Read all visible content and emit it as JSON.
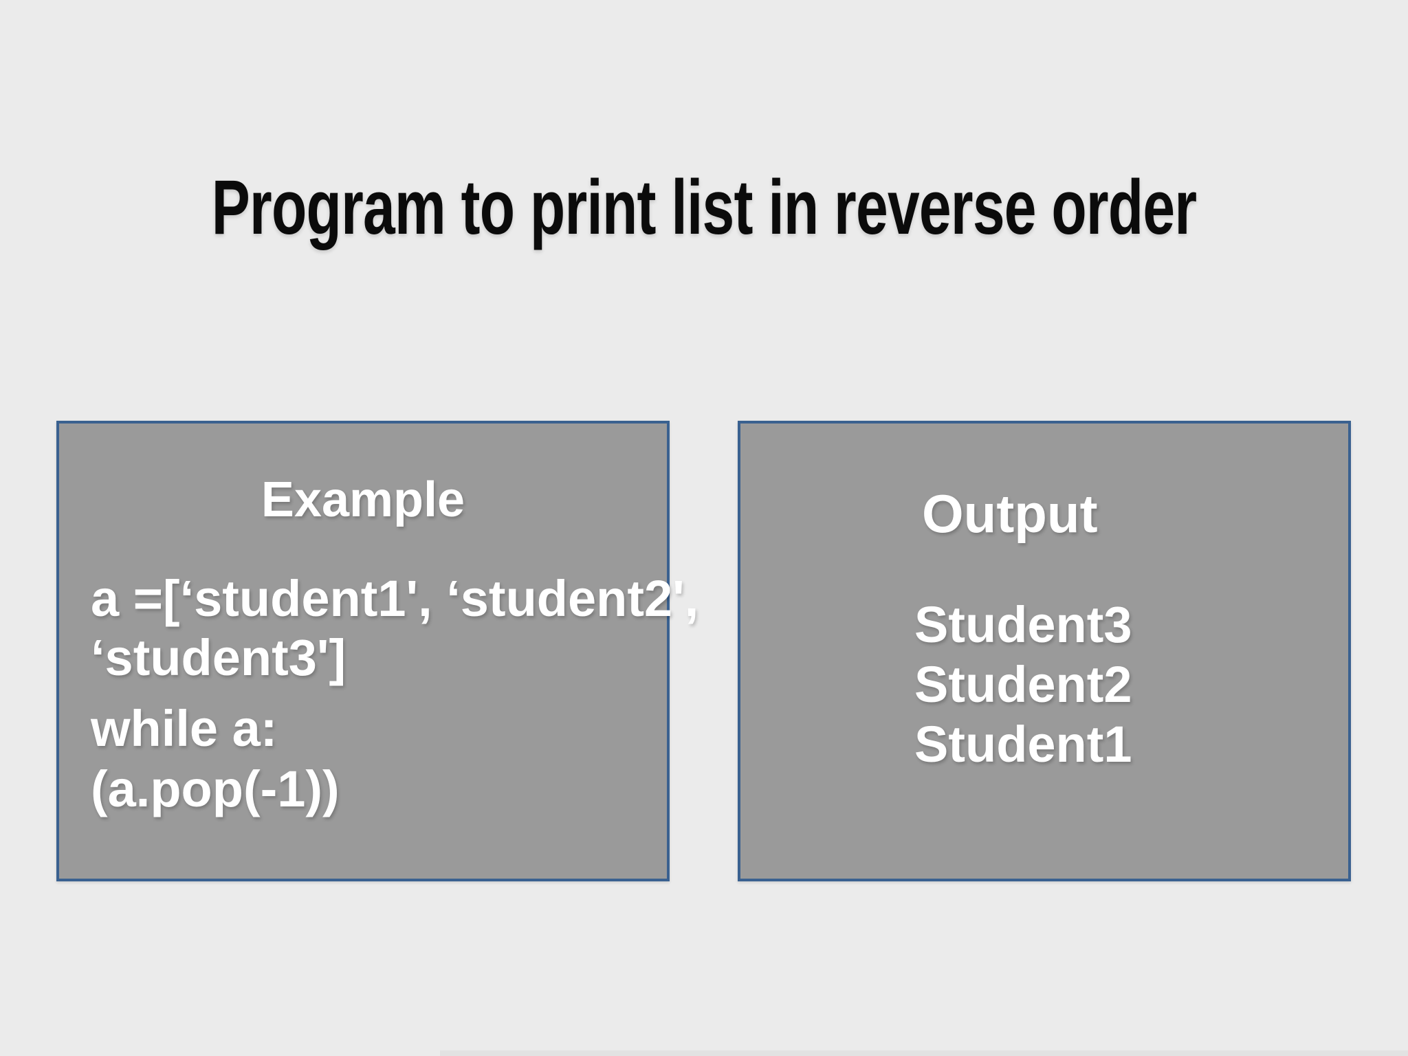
{
  "slide": {
    "title": "Program to print list in reverse order"
  },
  "example_box": {
    "heading": "Example",
    "code_line_1": "a =[‘student1', ‘student2',",
    "code_line_2": "‘student3']",
    "code_line_3": "while a:",
    "code_line_4": "(a.pop(-1))"
  },
  "output_box": {
    "heading": "Output",
    "line_1": "Student3",
    "line_2": "Student2",
    "line_3": "Student1"
  },
  "colors": {
    "background": "#ebebeb",
    "box_fill": "#9a9a9a",
    "box_border": "#3a6190",
    "title_text": "#0b0b0b",
    "box_text": "#ffffff"
  }
}
